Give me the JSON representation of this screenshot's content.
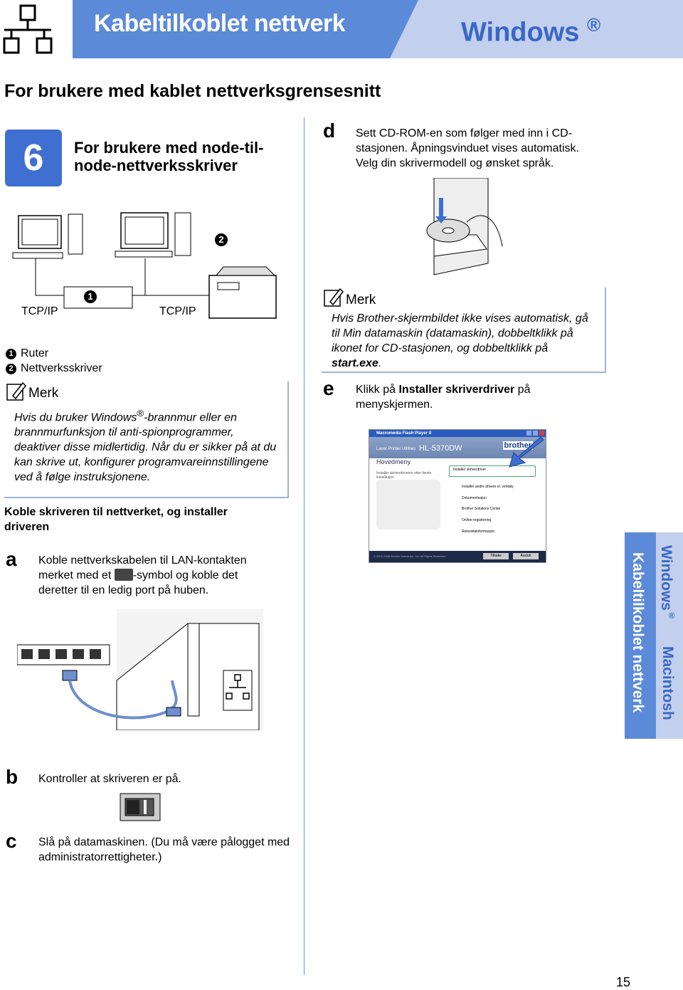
{
  "header": {
    "section_title": "Kabeltilkoblet nettverk",
    "os_label": "Windows",
    "os_mark": "®"
  },
  "page_heading": "For brukere med kablet nettverksgrensesnitt",
  "step": {
    "number": "6",
    "title": "For brukere med node-til-node-nettverksskriver"
  },
  "diagram": {
    "tcp_left": "TCP/IP",
    "tcp_right": "TCP/IP",
    "callout_1": "1",
    "callout_2": "2",
    "legend": [
      {
        "num": "1",
        "label": "Ruter"
      },
      {
        "num": "2",
        "label": "Nettverksskriver"
      }
    ]
  },
  "note_left": {
    "title": "Merk",
    "text_1": "Hvis du bruker Windows",
    "text_mark": "®",
    "text_2": "-brannmur eller en brannmurfunksjon til anti-spionprogrammer, deaktiver disse midlertidig. Når du er sikker på at du kan skrive ut, konfigurer programvareinnstillingene ved å følge instruksjonene."
  },
  "connect_heading": "Koble skriveren til nettverket, og installer driveren",
  "steps_left": [
    {
      "letter": "a",
      "text_1": "Koble nettverkskabelen til LAN-kontakten merket med et",
      "text_2": "-symbol og koble det deretter til en ledig port på huben."
    },
    {
      "letter": "b",
      "text": "Kontroller at skriveren er på."
    },
    {
      "letter": "c",
      "text": "Slå på datamaskinen. (Du må være pålogget med administratorrettigheter.)"
    }
  ],
  "step_d": {
    "letter": "d",
    "text": "Sett CD-ROM-en som følger med inn i CD-stasjonen. Åpningsvinduet vises automatisk. Velg din skrivermodell og ønsket språk."
  },
  "note_right": {
    "title": "Merk",
    "text_1": "Hvis Brother-skjermbildet ikke vises automatisk, gå til Min datamaskin (datamaskin), dobbeltklikk på ikonet for CD-stasjonen, og dobbeltklikk på ",
    "text_bold": "start.exe",
    "text_2": "."
  },
  "step_e": {
    "letter": "e",
    "text_1": "Klikk på ",
    "text_bold": "Installer  skriverdriver",
    "text_2": " på menyskjermen."
  },
  "installer": {
    "window_title": "Macromedia Flash Player 8",
    "product_line": "Laser Printer Utilities",
    "model": "HL-5370DW",
    "brand": "brother",
    "menu_heading": "Hovedmeny",
    "desc": "Installer skriverdriveren etter første installasjon",
    "items": [
      "Installer skriverdriver",
      "Installer andre drivere el. verktøy",
      "Dokumentasjon",
      "Brother Solutions Center",
      "Online-registrering",
      "Rekvisitainformasjon"
    ],
    "copyright": "© 2001-2008 Brother Industries, Ltd. All Rights Reserved.",
    "back_btn": "Tilbake",
    "exit_btn": "Avslutt"
  },
  "side_tabs": {
    "windows": "Windows",
    "windows_mark": "®",
    "wired": "Kabeltilkoblet nettverk",
    "mac": "Macintosh"
  },
  "page_number": "15",
  "colors": {
    "brand_blue": "#3f6fd1",
    "header_blue": "#5b8ad9",
    "light_blue": "#c2d0ee"
  }
}
